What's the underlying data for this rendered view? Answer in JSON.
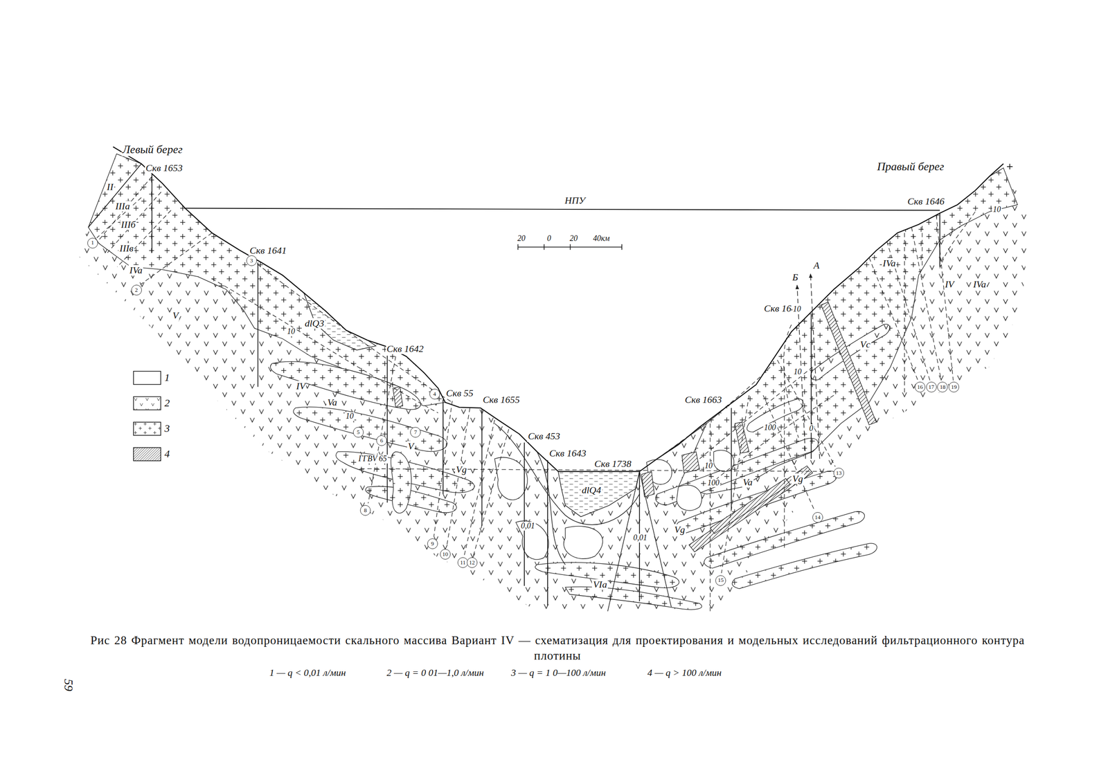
{
  "diagram": {
    "caption": "Рис 28 Фрагмент модели водопроницаемости скального массива Вариант IV — схематизация для проектирования и модельных исследований фильтрационного контура плотины",
    "labels": [
      "Левый берег",
      "Правый берег",
      "Скв 1653",
      "Скв 1641",
      "Скв 1642",
      "Скв 55",
      "Скв 1655",
      "Скв 453",
      "Скв 1643",
      "Скв 1738",
      "Скв 1663",
      "Скв 1645",
      "Скв 1646",
      "НПУ",
      "20",
      "0",
      "20",
      "40км",
      "II",
      "IIIа",
      "IIIб",
      "IIIв",
      "IVa",
      "V",
      "IV",
      "Va",
      "V",
      "Vg",
      "dlQ3",
      "dlQ4",
      "ГГВV 65",
      "VIa",
      "Vg",
      "Va",
      "Vg",
      "Vc",
      "IVa",
      "IV",
      "IVa",
      "Б",
      "А",
      "10",
      "10",
      "10",
      "10",
      "10",
      "100",
      "100",
      "0",
      "0,01",
      "0,01",
      "10",
      "1",
      "2",
      "3",
      "4",
      "5",
      "6",
      "7",
      "8",
      "9",
      "10",
      "11",
      "12",
      "13",
      "14",
      "15",
      "16",
      "17",
      "18",
      "19",
      "1 — q < 0,01 л/мин",
      "2 — q = 0 01—1,0 л/мин",
      "3 — q = 1 0—100 л/мин",
      "4 — q > 100 л/мин",
      "59"
    ],
    "legend": [
      {
        "text": "1"
      },
      {
        "text": "2"
      },
      {
        "text": "3"
      },
      {
        "text": "4"
      }
    ]
  }
}
